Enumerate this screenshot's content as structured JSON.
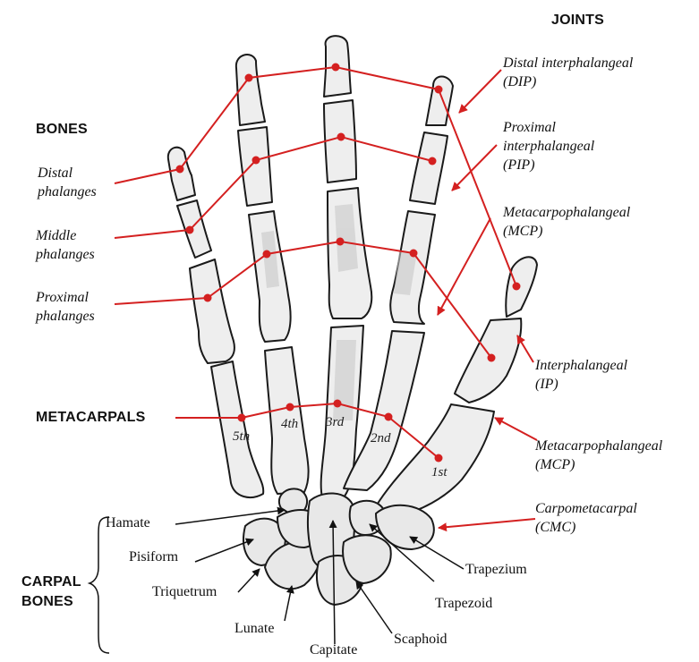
{
  "headings": {
    "joints": "JOINTS",
    "bones": "BONES",
    "metacarpals": "METACARPALS",
    "carpal_bones_line1": "CARPAL",
    "carpal_bones_line2": "BONES"
  },
  "bones": {
    "distal_1": "Distal",
    "distal_2": "phalanges",
    "middle_1": "Middle",
    "middle_2": "phalanges",
    "proximal_1": "Proximal",
    "proximal_2": "phalanges"
  },
  "joints": {
    "dip_1": "Distal interphalangeal",
    "dip_2": "(DIP)",
    "pip_1": "Proximal",
    "pip_2": "interphalangeal",
    "pip_3": "(PIP)",
    "mcp_1": "Metacarpophalangeal",
    "mcp_2": "(MCP)",
    "ip_1": "Interphalangeal",
    "ip_2": "(IP)",
    "thumb_mcp_1": "Metacarpophalangeal",
    "thumb_mcp_2": "(MCP)",
    "cmc_1": "Carpometacarpal",
    "cmc_2": "(CMC)"
  },
  "metacarpal_numbers": [
    "5th",
    "4th",
    "3rd",
    "2nd",
    "1st"
  ],
  "carpals": {
    "hamate": "Hamate",
    "pisiform": "Pisiform",
    "triquetrum": "Triquetrum",
    "lunate": "Lunate",
    "capitate": "Capitate",
    "scaphoid": "Scaphoid",
    "trapezoid": "Trapezoid",
    "trapezium": "Trapezium"
  },
  "colors": {
    "pointer": "#d42020",
    "bone_fill": "#eeeeee",
    "bone_shade": "#c9c9c9",
    "outline": "#1a1a1a"
  }
}
